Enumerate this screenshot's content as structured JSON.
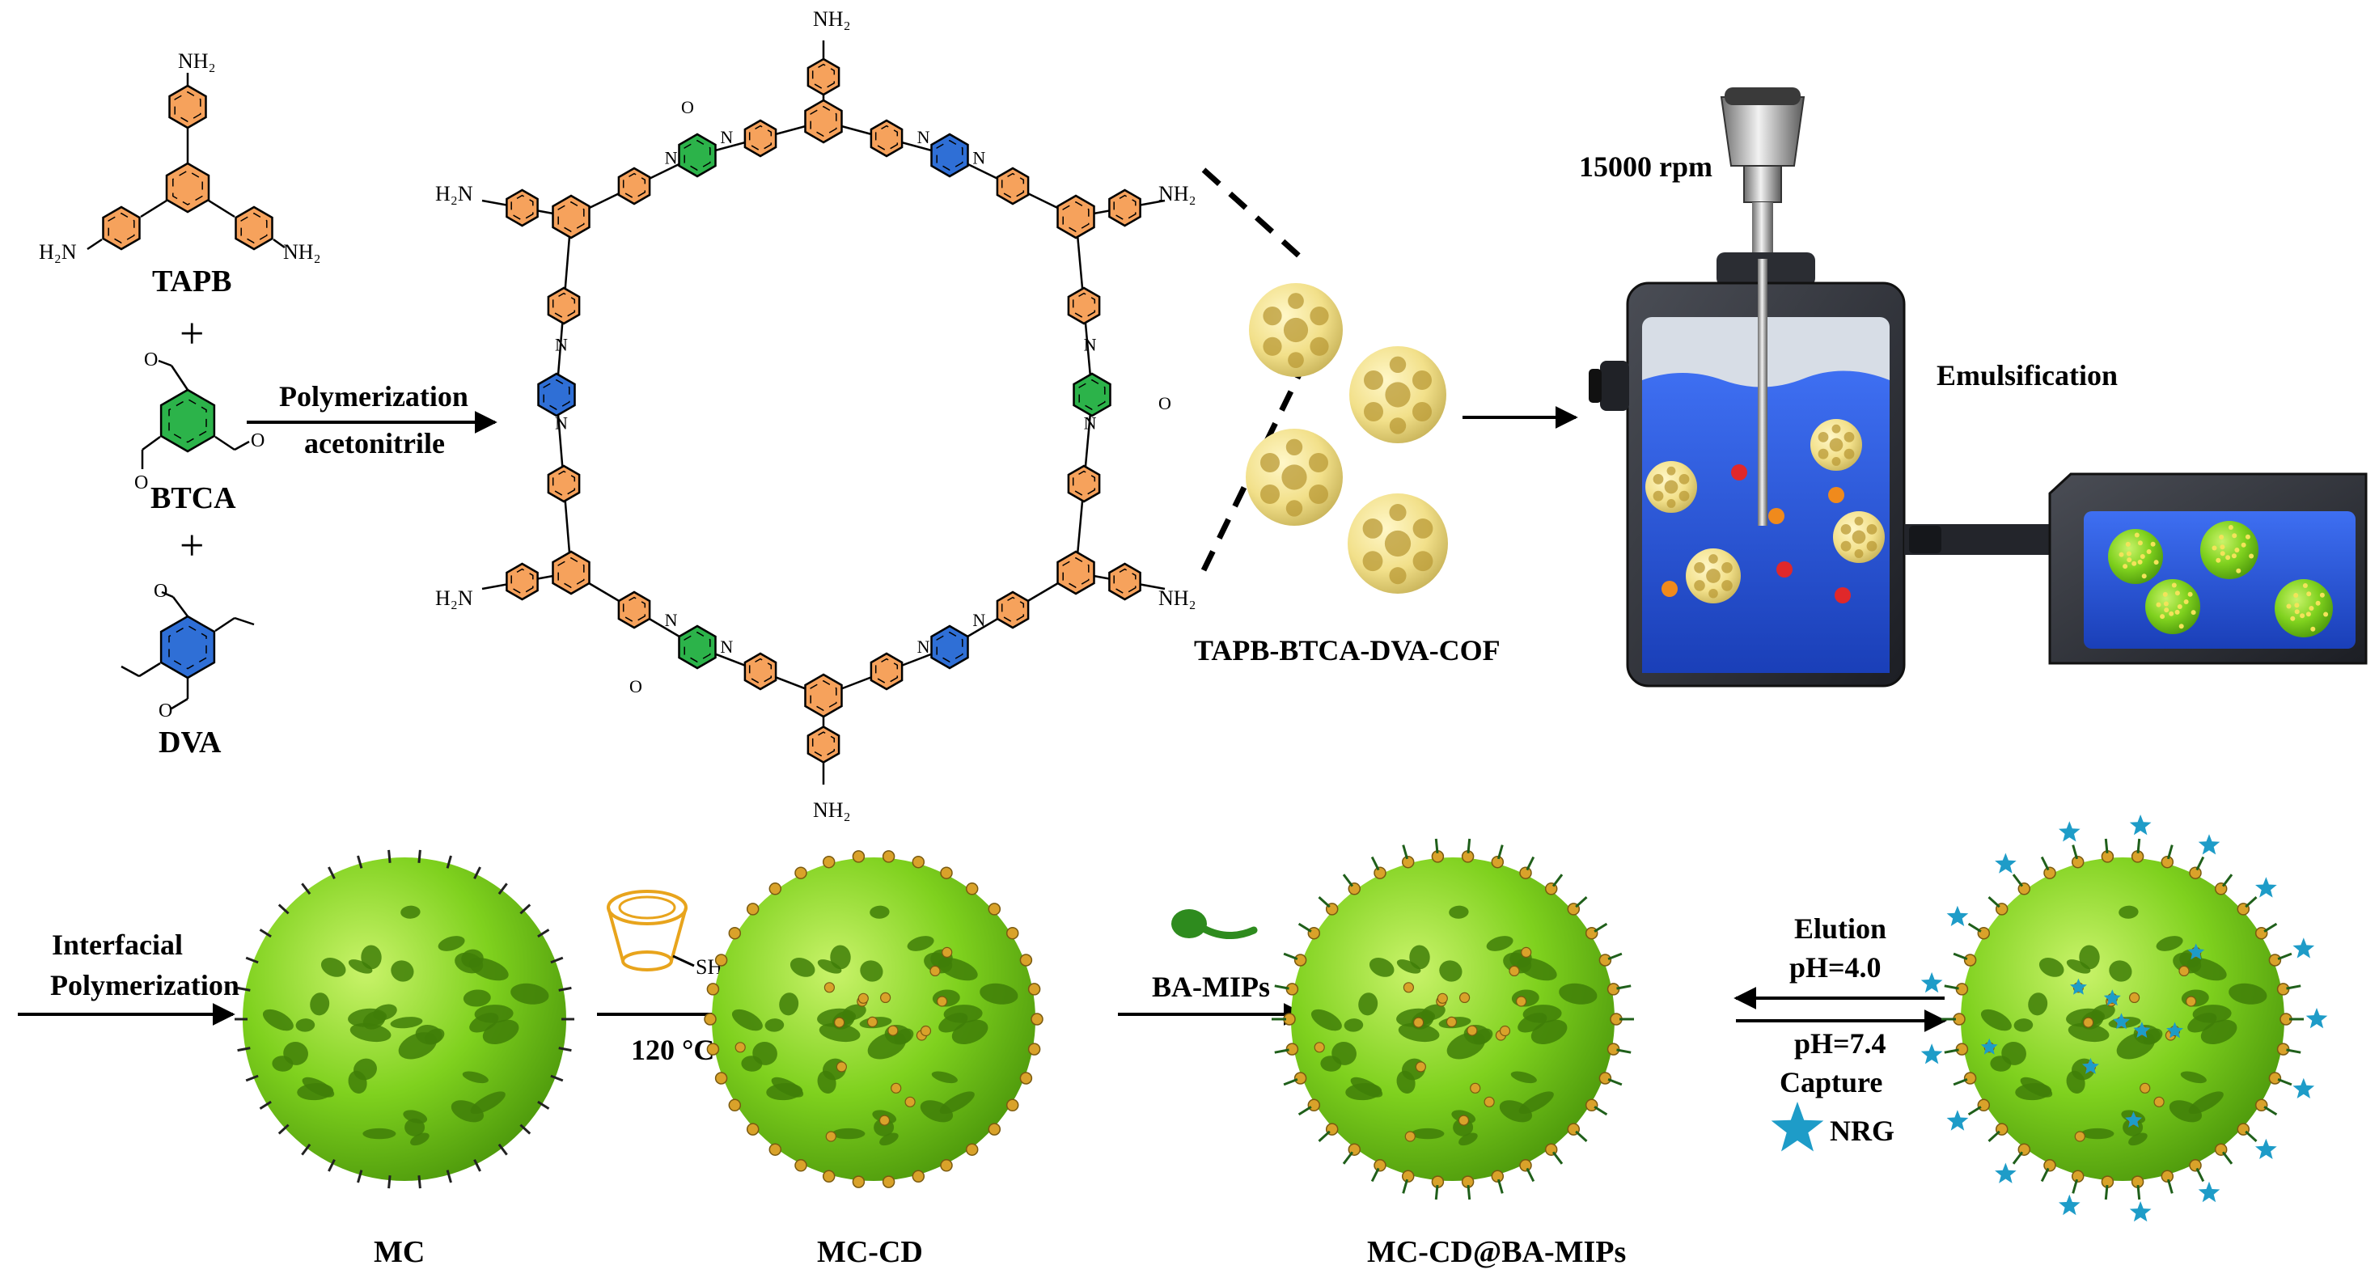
{
  "monomers": {
    "tapb": "TAPB",
    "btca": "BTCA",
    "dva": "DVA",
    "plus": "+",
    "amine": "NH₂",
    "amine_left": "H₂N"
  },
  "reaction": {
    "line1": "Polymerization",
    "line2": "acetonitrile"
  },
  "cof_label": "TAPB-BTCA-DVA-COF",
  "atoms": {
    "n": "N",
    "o": "O"
  },
  "stirrer": {
    "speed": "15000 rpm",
    "step": "Emulsification"
  },
  "bottom": {
    "interfacial_1": "Interfacial",
    "interfacial_2": "Polymerization",
    "temp": "120 °C",
    "thiol": "SH",
    "ba_mips": "BA-MIPs",
    "elution_1": "Elution",
    "elution_2": "pH=4.0",
    "capture_1": "pH=7.4",
    "capture_2": "Capture",
    "nrg": "NRG",
    "mc": "MC",
    "mc_cd": "MC-CD",
    "mc_cd_ba": "MC-CD@BA-MIPs"
  },
  "colors": {
    "phenyl": "#F6A25C",
    "btca_ring": "#2CB34A",
    "dva_ring": "#2F6FD6",
    "sphere_green": "#7FD11E",
    "cof_yellow": "#F2E08A",
    "liquid_blue": "#1E4FD8",
    "star": "#1E9CC8"
  }
}
